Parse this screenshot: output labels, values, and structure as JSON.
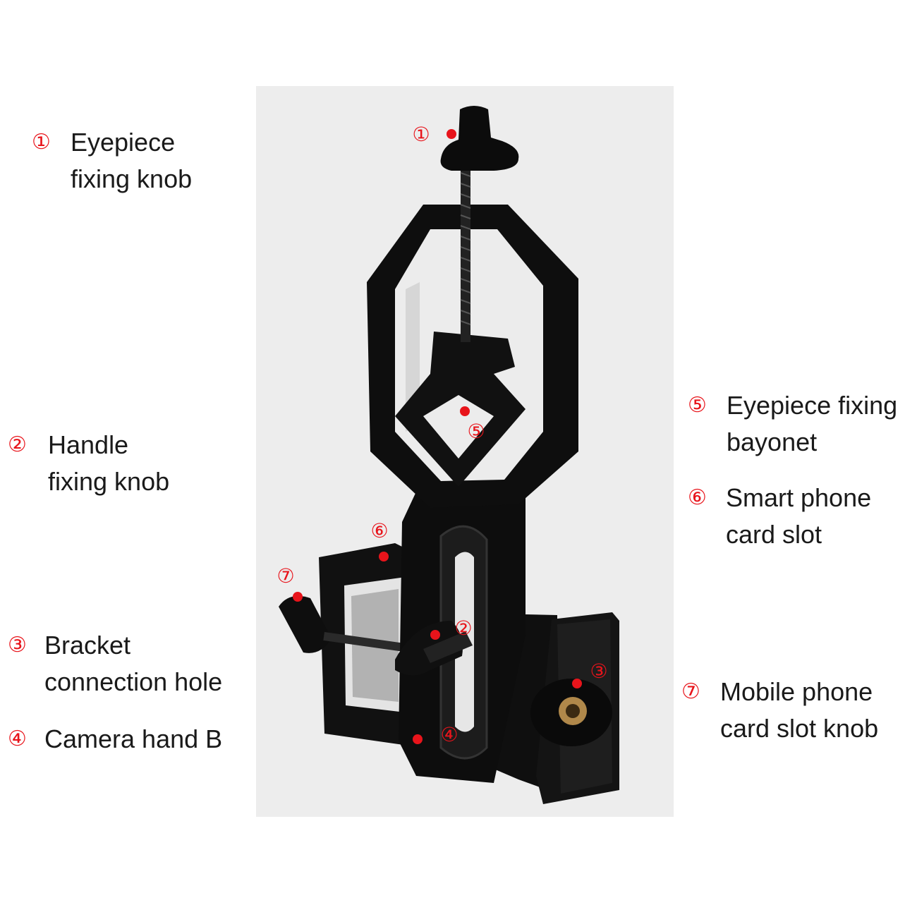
{
  "colors": {
    "marker": "#e8141b",
    "panel": "#ededed",
    "device": "#101010",
    "brass": "#b0884a"
  },
  "labels": [
    {
      "num": "①",
      "lines": [
        "Eyepiece",
        "fixing knob"
      ]
    },
    {
      "num": "②",
      "lines": [
        "Handle",
        "fixing knob"
      ]
    },
    {
      "num": "③",
      "lines": [
        "Bracket",
        "connection hole"
      ]
    },
    {
      "num": "④",
      "lines": [
        "Camera hand B"
      ]
    },
    {
      "num": "⑤",
      "lines": [
        "Eyepiece fixing",
        "bayonet"
      ]
    },
    {
      "num": "⑥",
      "lines": [
        "Smart phone",
        "card slot"
      ]
    },
    {
      "num": "⑦",
      "lines": [
        "Mobile phone",
        "card slot knob"
      ]
    }
  ],
  "markers": [
    "①",
    "②",
    "③",
    "④",
    "⑤",
    "⑥",
    "⑦"
  ]
}
